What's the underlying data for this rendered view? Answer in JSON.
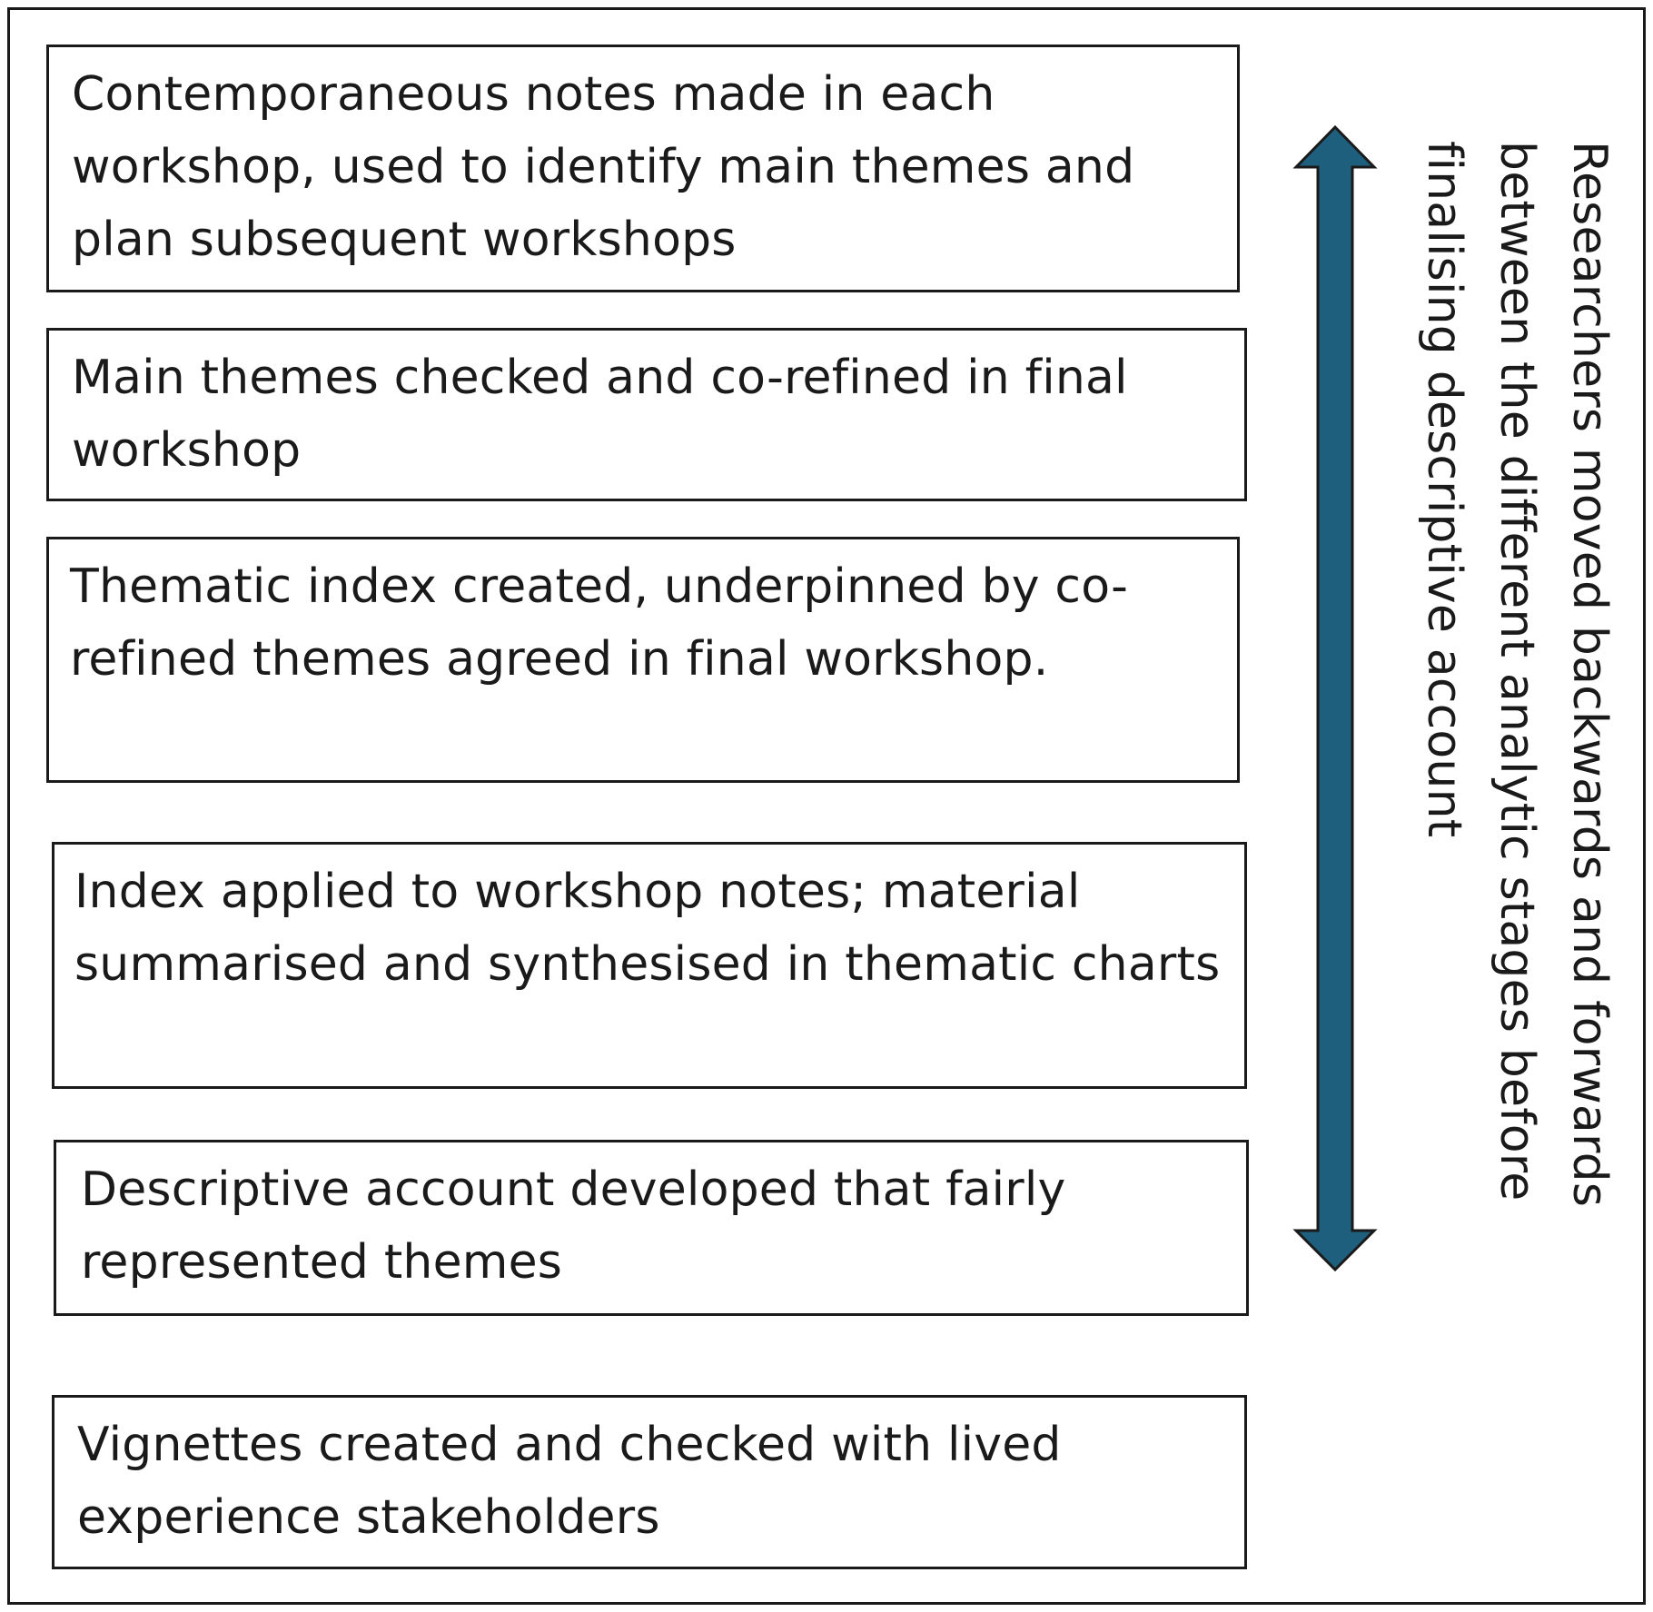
{
  "stages": [
    {
      "text": "Contemporaneous notes made in each workshop, used to identify main themes and plan subsequent workshops"
    },
    {
      "text": "Main themes checked and co-refined in final workshop"
    },
    {
      "text": "Thematic index created, underpinned by co-refined themes agreed in final workshop."
    },
    {
      "text": "Index applied to workshop notes; material summarised and synthesised in thematic charts"
    },
    {
      "text": "Descriptive account developed that fairly represented themes"
    },
    {
      "text": "Vignettes created and checked with lived experience stakeholders"
    }
  ],
  "side_note": "Researchers moved backwards and forwards between the different analytic stages before finalising descriptive account",
  "colors": {
    "arrow_fill": "#1f5f7e",
    "arrow_stroke": "#1a1a1a",
    "border": "#1a1a1a",
    "text": "#1a1a1a"
  },
  "icons": {
    "arrow": "double-headed-vertical-arrow"
  }
}
